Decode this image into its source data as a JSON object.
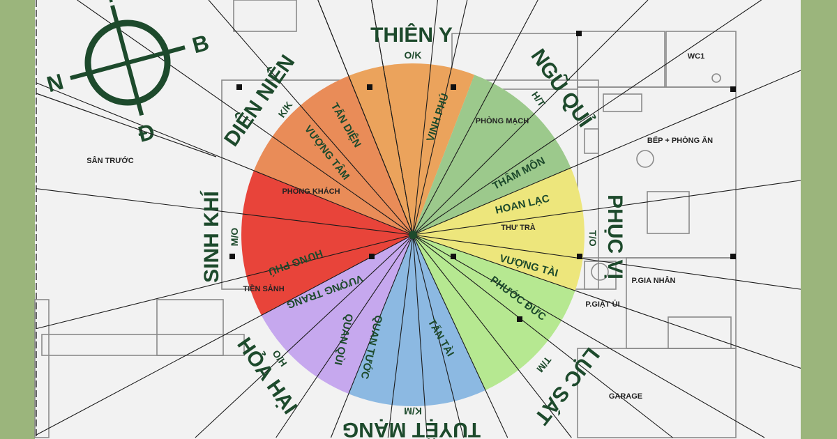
{
  "compass": {
    "north": "B",
    "south": "N",
    "east": "Đ",
    "west": "T"
  },
  "outer_labels": {
    "thien_y": {
      "name": "THIÊN Y",
      "code": "O/K"
    },
    "ngu_qui": {
      "name": "NGŨ QUỈ",
      "code": "H/T"
    },
    "phuc_vi": {
      "name": "PHỤC VỊ",
      "code": "T/O"
    },
    "luc_sat": {
      "name": "LỤC SÁT",
      "code": "T/M"
    },
    "tuyet_mang": {
      "name": "TUYỆT MẠNG",
      "code": "K/M"
    },
    "hoa_hai": {
      "name": "HỎA HẠI",
      "code": "O/H"
    },
    "sinh_khi": {
      "name": "SINH KHÍ",
      "code": "M/O"
    },
    "dien_nien": {
      "name": "DIÊN NIÊN",
      "code": "K/K"
    }
  },
  "inner_labels": {
    "vinh_phu": "VINH PHÚ",
    "tan_dien": "TẤN DIỆN",
    "vuong_tam": "VƯỢNG TÂM",
    "hung_phu": "HƯNG PHÚ",
    "vuong_trang": "VƯỢNG TRANG",
    "quan_qui": "QUAN QÙI",
    "quan_tuoc": "QUAN TƯỚC",
    "tan_tai": "TẤN TÀI",
    "phuoc_duc": "PHƯỚC ĐỨC",
    "vuong_tai": "VƯỢNG TÀI",
    "hoan_lac": "HOAN LẠC",
    "tham_mon": "THÂM MÔN"
  },
  "rooms": {
    "san_truoc": "SÂN TRƯỚC",
    "phong_khach": "PHÒNG KHÁCH",
    "tien_sanh": "TIỀN SẢNH",
    "phong_mach": "PHÒNG MẠCH",
    "thu_tra": "THƯ TRÀ",
    "wc1": "WC1",
    "bep": "BẾP + PHÒNG ĂN",
    "gia_nhan": "P.GIA NHÂN",
    "giat_ui": "P.GIẶT ỦI",
    "garage": "GARAGE"
  },
  "sector_colors": {
    "sinh_khi": "#e8443a",
    "dien_nien": "#e98c58",
    "thien_y": "#eba35c",
    "ngu_qui": "#9cc98c",
    "phuc_vi": "#ede67c",
    "luc_sat": "#b6e891",
    "tuyet_mang": "#8cb9e2",
    "hoa_hai": "#c6a8ee"
  }
}
